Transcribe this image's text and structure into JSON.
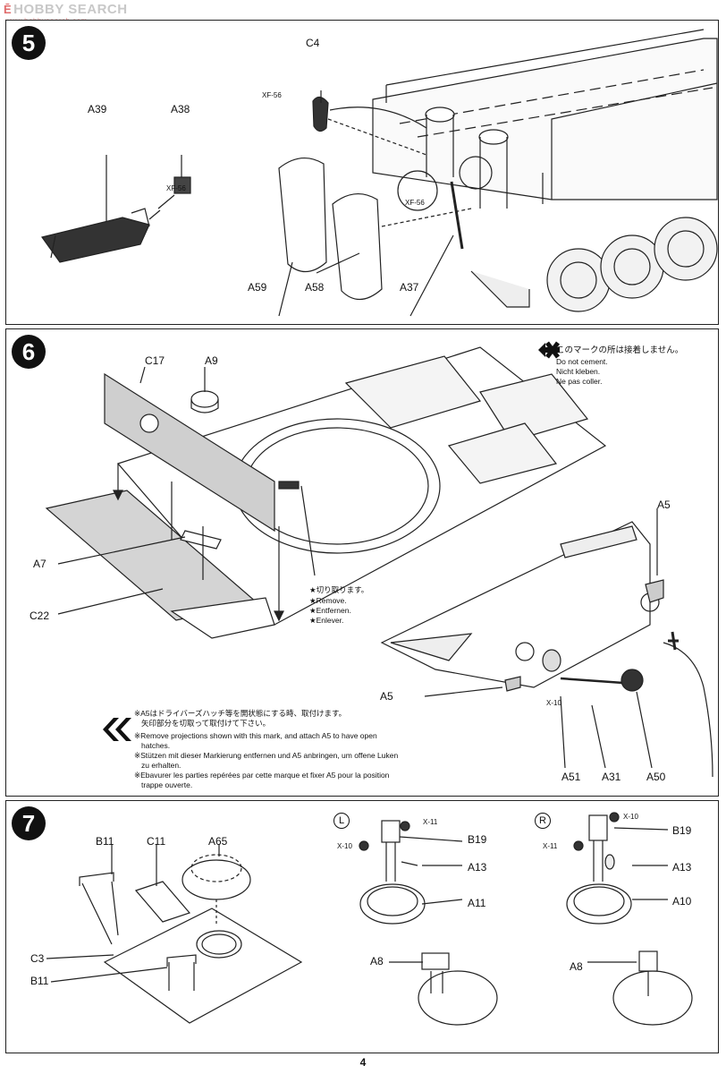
{
  "watermark": {
    "brand": "HOBBY SEARCH",
    "site": "www.hobbysearch.com",
    "cn": "Ē"
  },
  "steps": [
    {
      "number": "5",
      "labels": {
        "A39": "A39",
        "A38": "A38",
        "XF56a": "XF-56",
        "C4": "C4",
        "XF56b": "XF-56",
        "XF56c": "XF-56",
        "A59": "A59",
        "A58": "A58",
        "A37": "A37"
      }
    },
    {
      "number": "6",
      "labels": {
        "C17": "C17",
        "A9": "A9",
        "A7": "A7",
        "C22": "C22",
        "A5a": "A5",
        "A5b": "A5",
        "X10": "X-10",
        "A51": "A51",
        "A31": "A31",
        "A50": "A50"
      },
      "no_cement": {
        "jp": "このマークの所は接着しません。",
        "en": "Do not cement.",
        "de": "Nicht kleben.",
        "fr": "Ne pas coller."
      },
      "cut": {
        "jp": "★切り取ります。",
        "en": "★Remove.",
        "de": "★Entfernen.",
        "fr": "★Enlever."
      },
      "hatch_note": {
        "jp1": "※A5はドライバーズハッチ等を開状態にする時、取付けます。",
        "jp2": "矢印部分を切取って取付けて下さい。",
        "en1": "※Remove projections shown with this mark, and attach A5 to have open",
        "en2": "hatches.",
        "de1": "※Stützen mit dieser Markierung entfernen und A5 anbringen, um offene Luken",
        "de2": "zu erhalten.",
        "fr1": "※Ebavurer les parties repérées par cette marque et fixer A5 pour la position",
        "fr2": "trappe ouverte."
      }
    },
    {
      "number": "7",
      "labels": {
        "B11a": "B11",
        "C11": "C11",
        "A65": "A65",
        "C3": "C3",
        "B11b": "B11",
        "L": "L",
        "X11a": "X-11",
        "X10a": "X-10",
        "B19a": "B19",
        "A13a": "A13",
        "A11": "A11",
        "A8a": "A8",
        "R": "R",
        "X10b": "X-10",
        "X11b": "X-11",
        "B19b": "B19",
        "A13b": "A13",
        "A10": "A10",
        "A8b": "A8"
      }
    }
  ],
  "page_number": "4"
}
